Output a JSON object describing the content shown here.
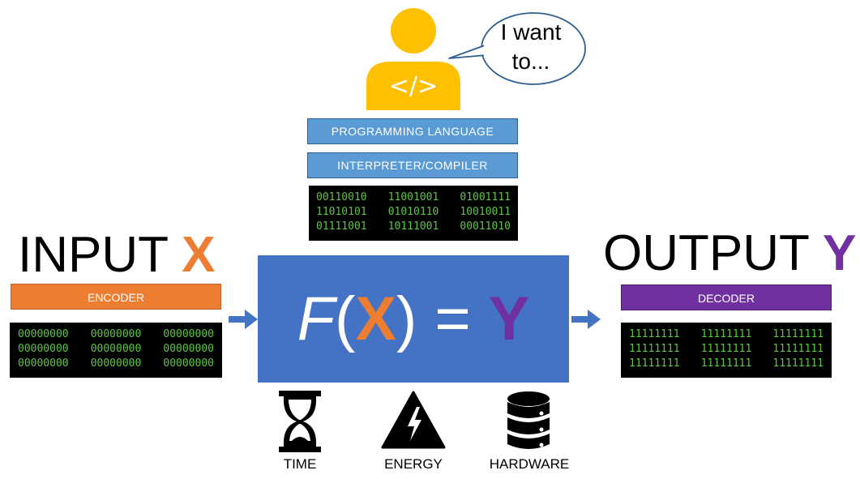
{
  "speech_bubble": {
    "text_line1": "I want",
    "text_line2": "to..."
  },
  "person": {
    "badge_symbol": "</>",
    "color": "#ffc000"
  },
  "stack_labels": {
    "programming_language": "PROGRAMMING LANGUAGE",
    "interpreter": "INTERPRETER/COMPILER"
  },
  "binary_top": [
    [
      "00110010",
      "11001001",
      "01001111"
    ],
    [
      "11010101",
      "01010110",
      "10010011"
    ],
    [
      "01111001",
      "10111001",
      "00011010"
    ]
  ],
  "input": {
    "word": "INPUT",
    "var": "X",
    "coder": "ENCODER"
  },
  "binary_input": [
    [
      "00000000",
      "00000000",
      "00000000"
    ],
    [
      "00000000",
      "00000000",
      "00000000"
    ],
    [
      "00000000",
      "00000000",
      "00000000"
    ]
  ],
  "output": {
    "word": "OUTPUT",
    "var": "Y",
    "coder": "DECODER"
  },
  "binary_output": [
    [
      "11111111",
      "11111111",
      "11111111"
    ],
    [
      "11111111",
      "11111111",
      "11111111"
    ],
    [
      "11111111",
      "11111111",
      "11111111"
    ]
  ],
  "function": {
    "f": "F",
    "open": "(",
    "x": "X",
    "close": ")",
    "eq": "=",
    "y": "Y"
  },
  "resources": {
    "time": "TIME",
    "energy": "ENERGY",
    "hardware": "HARDWARE"
  },
  "colors": {
    "orange": "#ed7d31",
    "purple": "#7030a0",
    "blue": "#4472c4",
    "light_blue": "#5b9bd5",
    "binary_green": "#5ec544"
  }
}
